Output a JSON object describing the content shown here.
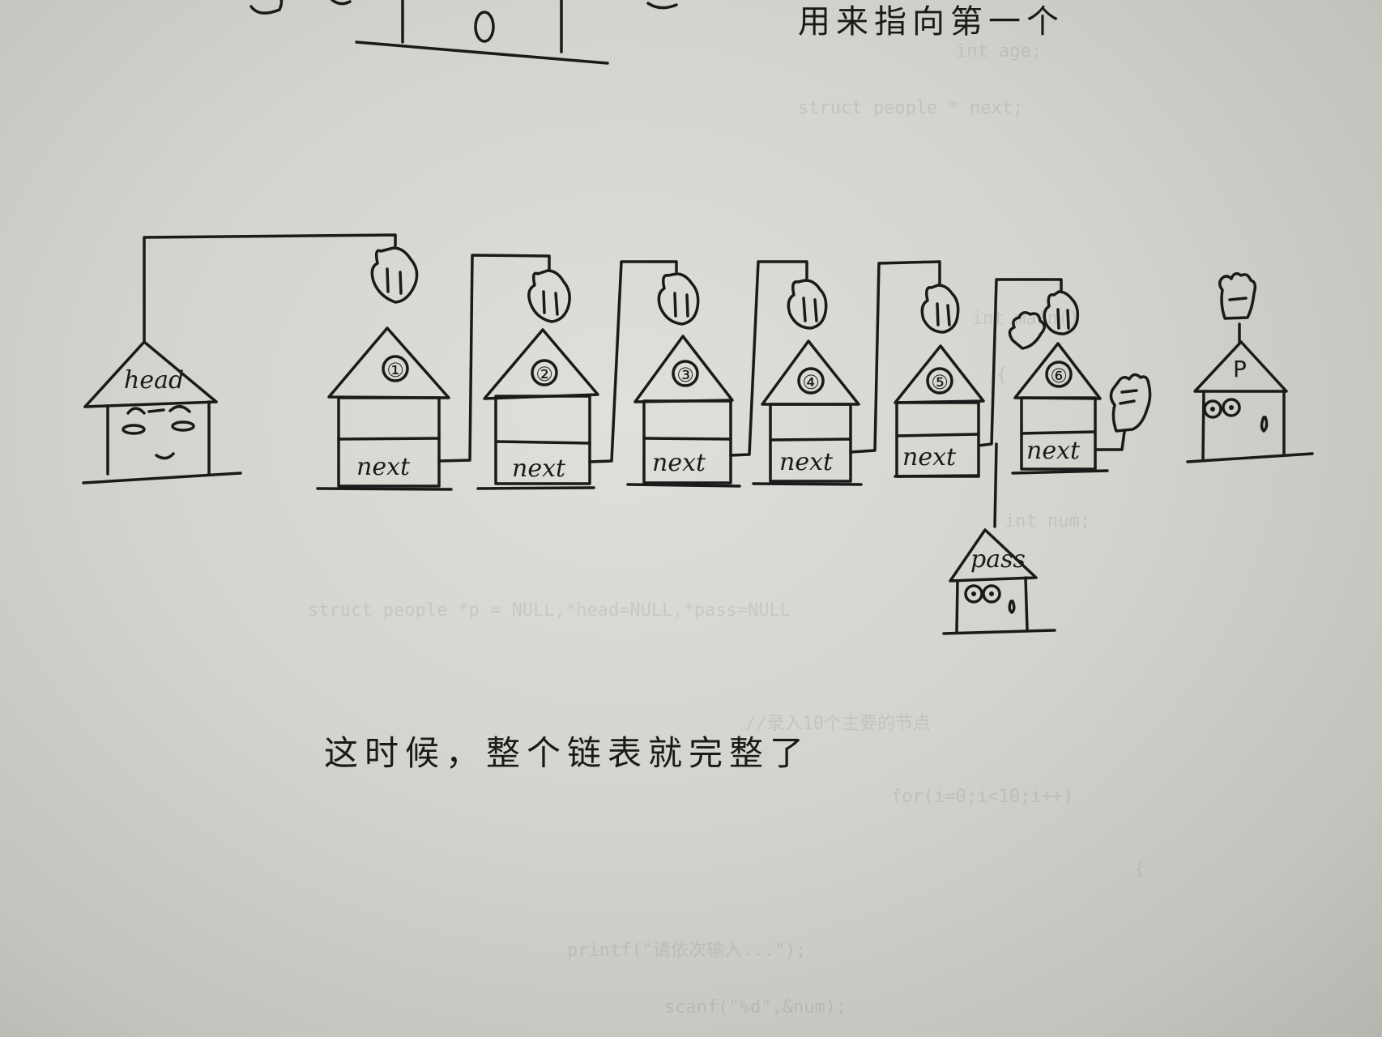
{
  "top_caption": "用来指向第一个",
  "top_partial_number": "0",
  "head_node": {
    "label": "head"
  },
  "nodes": [
    {
      "index": "①",
      "field": "next"
    },
    {
      "index": "②",
      "field": "next"
    },
    {
      "index": "③",
      "field": "next"
    },
    {
      "index": "④",
      "field": "next"
    },
    {
      "index": "⑤",
      "field": "next"
    },
    {
      "index": "⑥",
      "field": "next"
    }
  ],
  "pointer_p": {
    "label": "P"
  },
  "pointer_pass": {
    "label": "pass"
  },
  "caption": "这时候，整个链表就完整了",
  "ink_color": "#1a1a1a",
  "paper_color": "#d7d8d2",
  "icons": [
    "hand-pointing-down-icon",
    "hand-raised-icon"
  ]
}
